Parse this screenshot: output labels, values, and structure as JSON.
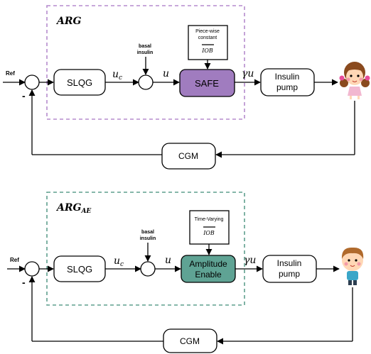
{
  "colors": {
    "purple_frame": "#b58ccd",
    "purple_block": "#a07cbf",
    "teal_frame": "#5f9f8e",
    "teal_block": "#5fa394",
    "girl_hair": "#8a4a1e",
    "girl_bows": "#e84d9a",
    "girl_dress": "#f2b8d0",
    "boy_hair": "#b06a2c",
    "boy_shirt": "#3aa6c8"
  },
  "icons": [
    "girl-patient-icon",
    "boy-patient-icon"
  ],
  "top": {
    "frame_label": "ARG",
    "ref": "Ref",
    "minus": "-",
    "slqg": "SLQG",
    "uc": "u",
    "uc_sub": "c",
    "basal_line1": "basal",
    "basal_line2": "insulin",
    "u": "u",
    "iob_line1": "Piece-wise",
    "iob_line2": "constant",
    "iob_var": "IOB",
    "block": "SAFE",
    "gamma_u": "γu",
    "pump_line1": "Insulin",
    "pump_line2": "pump",
    "cgm": "CGM"
  },
  "bottom": {
    "frame_label": "ARG",
    "frame_sub": "AE",
    "ref": "Ref",
    "minus": "-",
    "slqg": "SLQG",
    "uc": "u",
    "uc_sub": "c",
    "basal_line1": "basal",
    "basal_line2": "insulin",
    "u": "u",
    "iob_line1": "Time-Varying",
    "iob_var": "IOB",
    "block_line1": "Amplitude",
    "block_line2": "Enable",
    "gamma_u": "γu",
    "pump_line1": "Insulin",
    "pump_line2": "pump",
    "cgm": "CGM"
  }
}
